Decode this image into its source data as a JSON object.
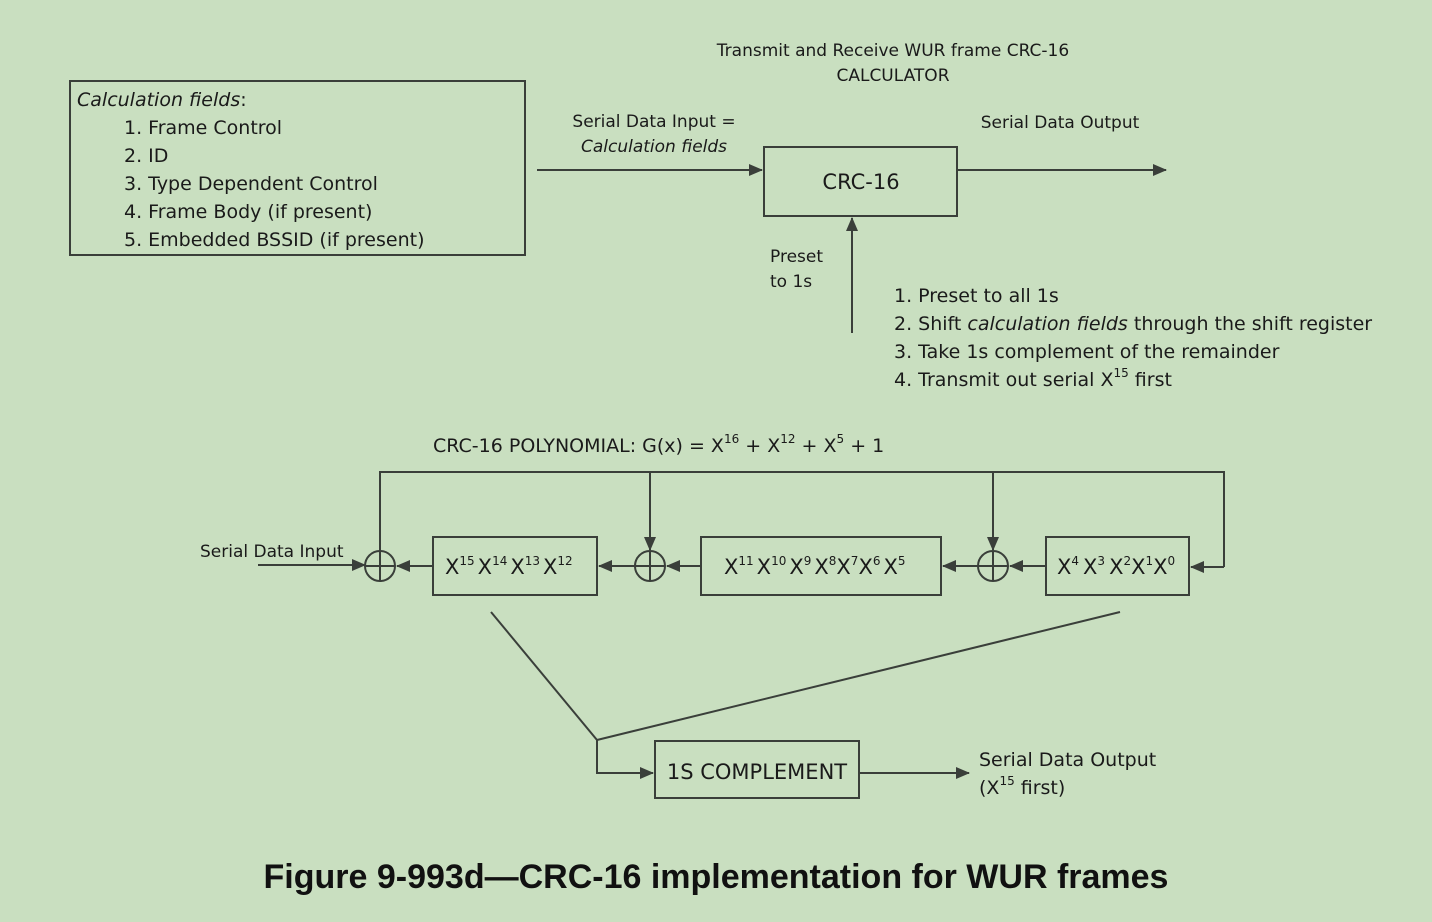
{
  "calculator": {
    "title_line1": "Transmit and Receive WUR frame CRC-16",
    "title_line2": "CALCULATOR",
    "fields_heading": "Calculation fields",
    "fields_colon": ":",
    "fields": [
      "1. Frame Control",
      "2. ID",
      "3. Type Dependent Control",
      "4. Frame Body (if present)",
      "5. Embedded BSSID (if present)"
    ],
    "input_label_line1": "Serial Data Input =",
    "input_label_line2": "Calculation fields",
    "block_label": "CRC-16",
    "output_label": "Serial Data Output",
    "preset_line1": "Preset",
    "preset_line2": "to 1s",
    "steps": {
      "s1": "1. Preset to all 1s",
      "s2_pre": "2. Shift ",
      "s2_ital": "calculation fields",
      "s2_post": " through the shift register",
      "s3": "3. Take 1s complement of the remainder",
      "s4_pre": "4. Transmit out serial X",
      "s4_sup": "15",
      "s4_post": " first"
    }
  },
  "register": {
    "polynomial_prefix": "CRC-16 POLYNOMIAL: G(x) = X",
    "p_sup16": "16",
    "p_plus1": " + X",
    "p_sup12": "12",
    "p_plus2": " + X",
    "p_sup5": "5",
    "p_tail": " + 1",
    "serial_input": "Serial Data Input",
    "stage_high": [
      "15",
      "14",
      "13",
      "12"
    ],
    "stage_mid": [
      "11",
      "10",
      "9",
      "8",
      "7",
      "6",
      "5"
    ],
    "stage_low": [
      "4",
      "3",
      "2",
      "1",
      "0"
    ],
    "var": "X",
    "complement": "1S COMPLEMENT",
    "output_line1": "Serial Data Output",
    "output_line2_pre": "(X",
    "output_line2_sup": "15",
    "output_line2_post": " first)"
  },
  "caption": "Figure 9-993d—CRC-16 implementation for WUR frames",
  "colors": {
    "background": "#c9dfc0",
    "line": "#3a3f3a"
  }
}
